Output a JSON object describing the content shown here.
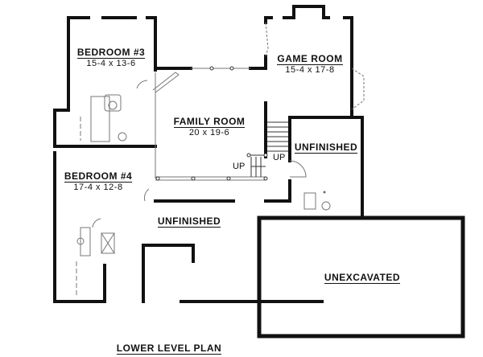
{
  "title": "LOWER LEVEL PLAN",
  "rooms": {
    "bedroom3": {
      "name": "BEDROOM #3",
      "dims": "15-4 x 13-6"
    },
    "game_room": {
      "name": "GAME ROOM",
      "dims": "15-4 x 17-8"
    },
    "family_room": {
      "name": "FAMILY ROOM",
      "dims": "20 x 19-6"
    },
    "bedroom4": {
      "name": "BEDROOM #4",
      "dims": "17-4 x 12-8"
    },
    "unfinished_right": {
      "name": "UNFINISHED"
    },
    "unfinished_lower": {
      "name": "UNFINISHED"
    },
    "unexcavated": {
      "name": "UNEXCAVATED"
    }
  },
  "stairs": {
    "up1": "UP",
    "up2": "UP"
  },
  "colors": {
    "wall": "#111111",
    "thin": "#888888"
  }
}
